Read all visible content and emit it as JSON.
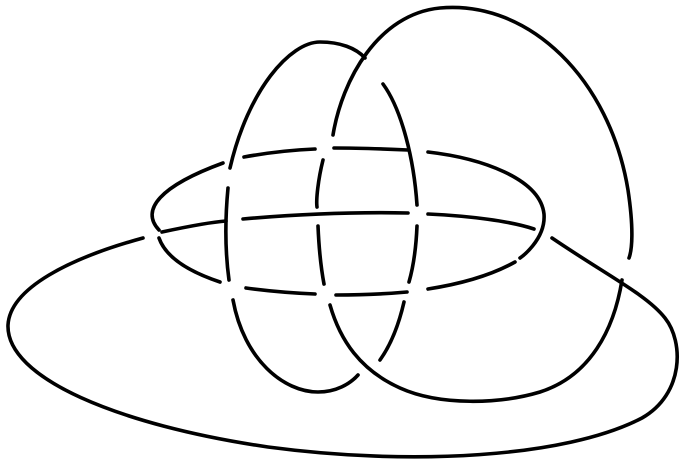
{
  "diagram": {
    "strand_color": "#000000",
    "background": "#ffffff",
    "components": [
      "large-bottom-ellipse",
      "middle-horizontal-ellipse",
      "left-vertical-loop",
      "right-vertical-loop"
    ]
  }
}
